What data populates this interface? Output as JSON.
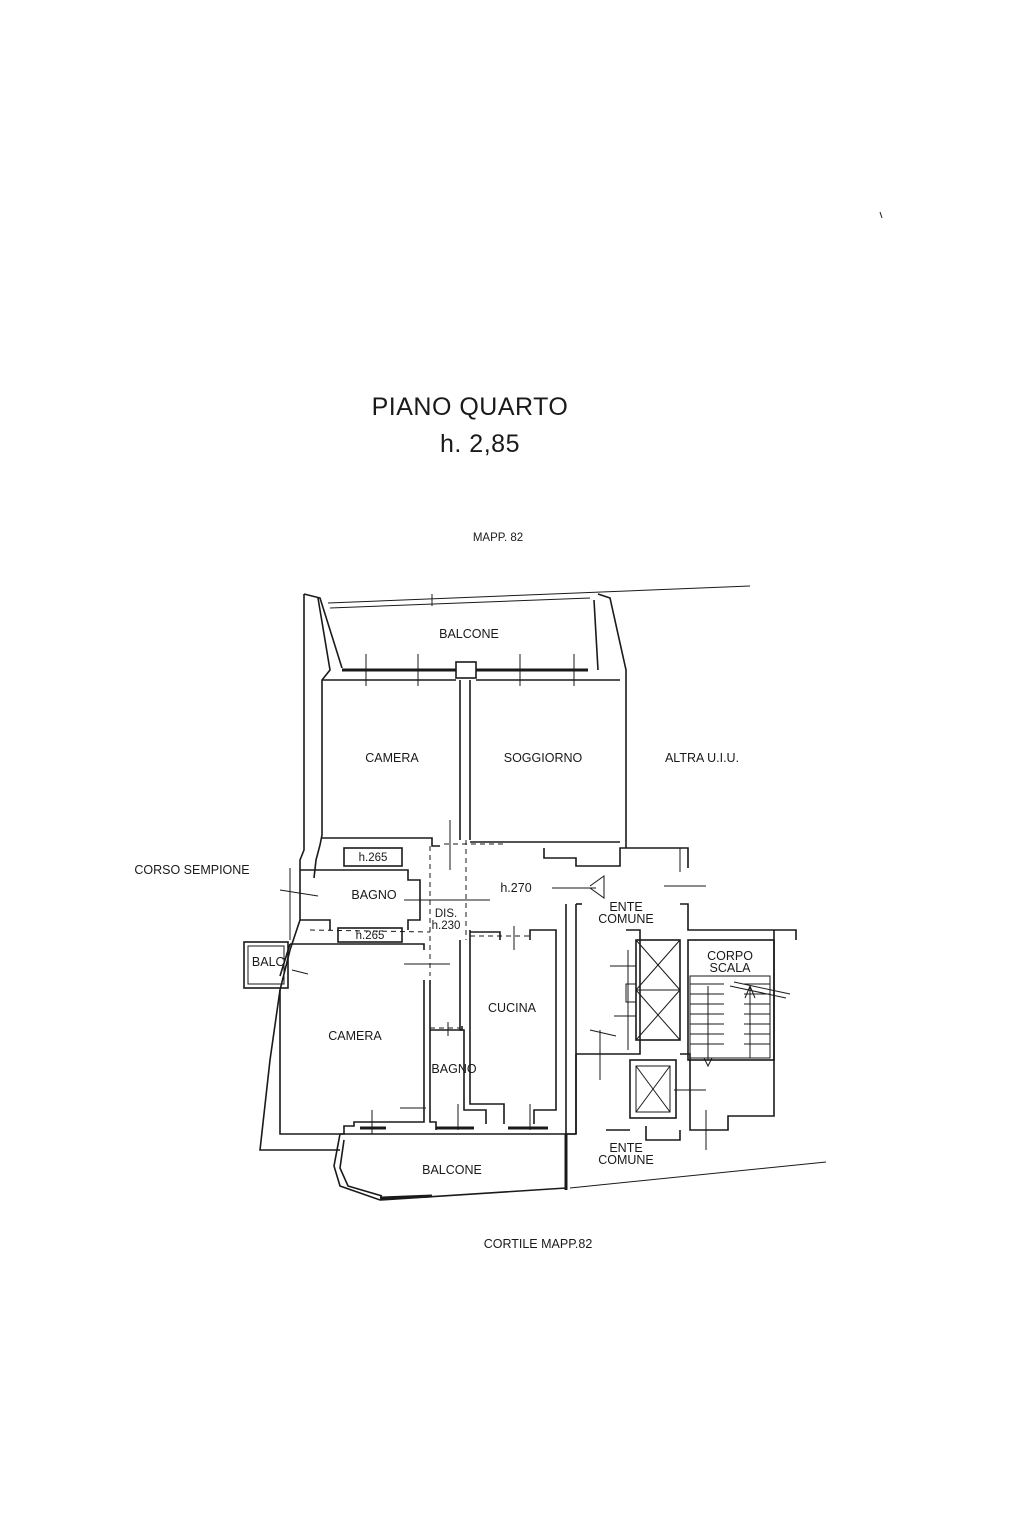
{
  "plan": {
    "title": "PIANO QUARTO",
    "height": "h. 2,85",
    "neighbor_top": "MAPP. 82",
    "street_left": "CORSO SEMPIONE",
    "courtyard_bottom": "CORTILE MAPP.82",
    "other_unit": "ALTRA U.I.U."
  },
  "rooms": {
    "balcone_top": "BALCONE",
    "camera_top": "CAMERA",
    "soggiorno": "SOGGIORNO",
    "bagno_top": "BAGNO",
    "h_bagno_upper": "h.265",
    "h_bagno_lower": "h.265",
    "balc_small": "BALC.",
    "dis": "DIS.",
    "h_dis": "h.230",
    "h_corridor": "h.270",
    "camera_bottom": "CAMERA",
    "cucina": "CUCINA",
    "bagno_bottom": "BAGNO",
    "balcone_bottom": "BALCONE",
    "ente_comune_1_line1": "ENTE",
    "ente_comune_1_line2": "COMUNE",
    "ente_comune_2_line1": "ENTE",
    "ente_comune_2_line2": "COMUNE",
    "corpo_scala_line1": "CORPO",
    "corpo_scala_line2": "SCALA"
  }
}
